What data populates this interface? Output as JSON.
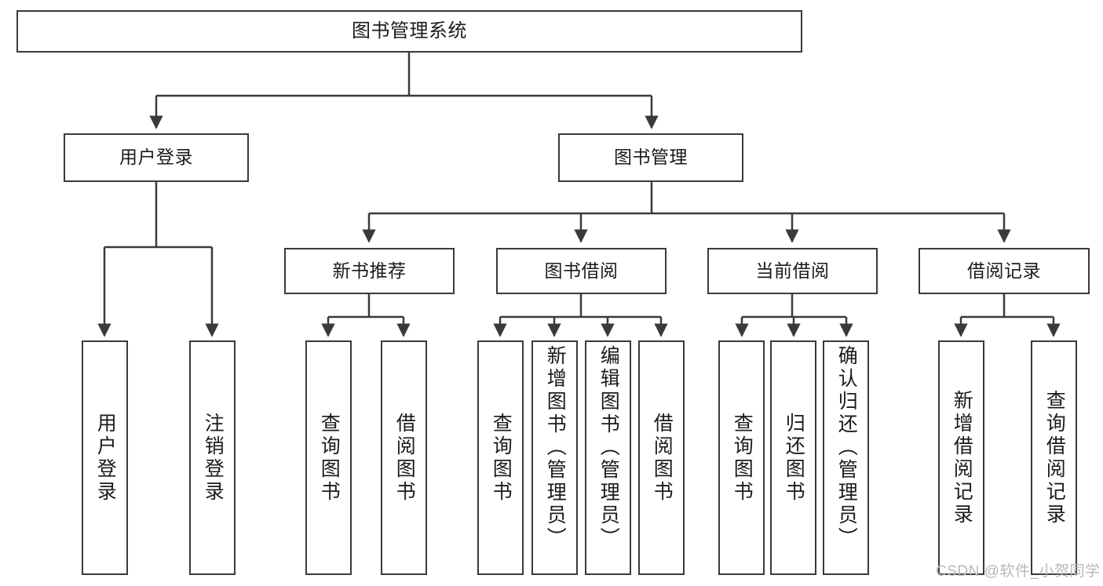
{
  "diagram": {
    "type": "tree",
    "title": "图书管理系统",
    "root": {
      "id": "root",
      "label": "图书管理系统"
    },
    "level2": [
      {
        "id": "user-login",
        "label": "用户登录"
      },
      {
        "id": "book-management",
        "label": "图书管理"
      }
    ],
    "level3": [
      {
        "id": "new-book-recommend",
        "label": "新书推荐",
        "parent": "book-management"
      },
      {
        "id": "book-borrow",
        "label": "图书借阅",
        "parent": "book-management"
      },
      {
        "id": "current-borrow",
        "label": "当前借阅",
        "parent": "book-management"
      },
      {
        "id": "borrow-record",
        "label": "借阅记录",
        "parent": "book-management"
      }
    ],
    "leaves": [
      {
        "id": "leaf-user-login",
        "label": "用户登录",
        "parent": "user-login"
      },
      {
        "id": "leaf-user-logout",
        "label": "注销登录",
        "parent": "user-login"
      },
      {
        "id": "leaf-query-book-1",
        "label": "查询图书",
        "parent": "new-book-recommend"
      },
      {
        "id": "leaf-borrow-book-1",
        "label": "借阅图书",
        "parent": "new-book-recommend"
      },
      {
        "id": "leaf-query-book-2",
        "label": "查询图书",
        "parent": "book-borrow"
      },
      {
        "id": "leaf-add-book",
        "label": "新增图书（管理员）",
        "parent": "book-borrow"
      },
      {
        "id": "leaf-edit-book",
        "label": "编辑图书（管理员）",
        "parent": "book-borrow"
      },
      {
        "id": "leaf-borrow-book-2",
        "label": "借阅图书",
        "parent": "book-borrow"
      },
      {
        "id": "leaf-query-book-3",
        "label": "查询图书",
        "parent": "current-borrow"
      },
      {
        "id": "leaf-return-book",
        "label": "归还图书",
        "parent": "current-borrow"
      },
      {
        "id": "leaf-confirm-return",
        "label": "确认归还（管理员）",
        "parent": "current-borrow"
      },
      {
        "id": "leaf-add-record",
        "label": "新增借阅记录",
        "parent": "borrow-record"
      },
      {
        "id": "leaf-query-record",
        "label": "查询借阅记录",
        "parent": "borrow-record"
      }
    ]
  },
  "watermark": {
    "text": "CSDN @软件_小贺同学"
  },
  "colors": {
    "stroke": "#3a3a3a",
    "text": "#1b1b1b",
    "background": "#ffffff",
    "watermark": "#b9b9b9"
  }
}
